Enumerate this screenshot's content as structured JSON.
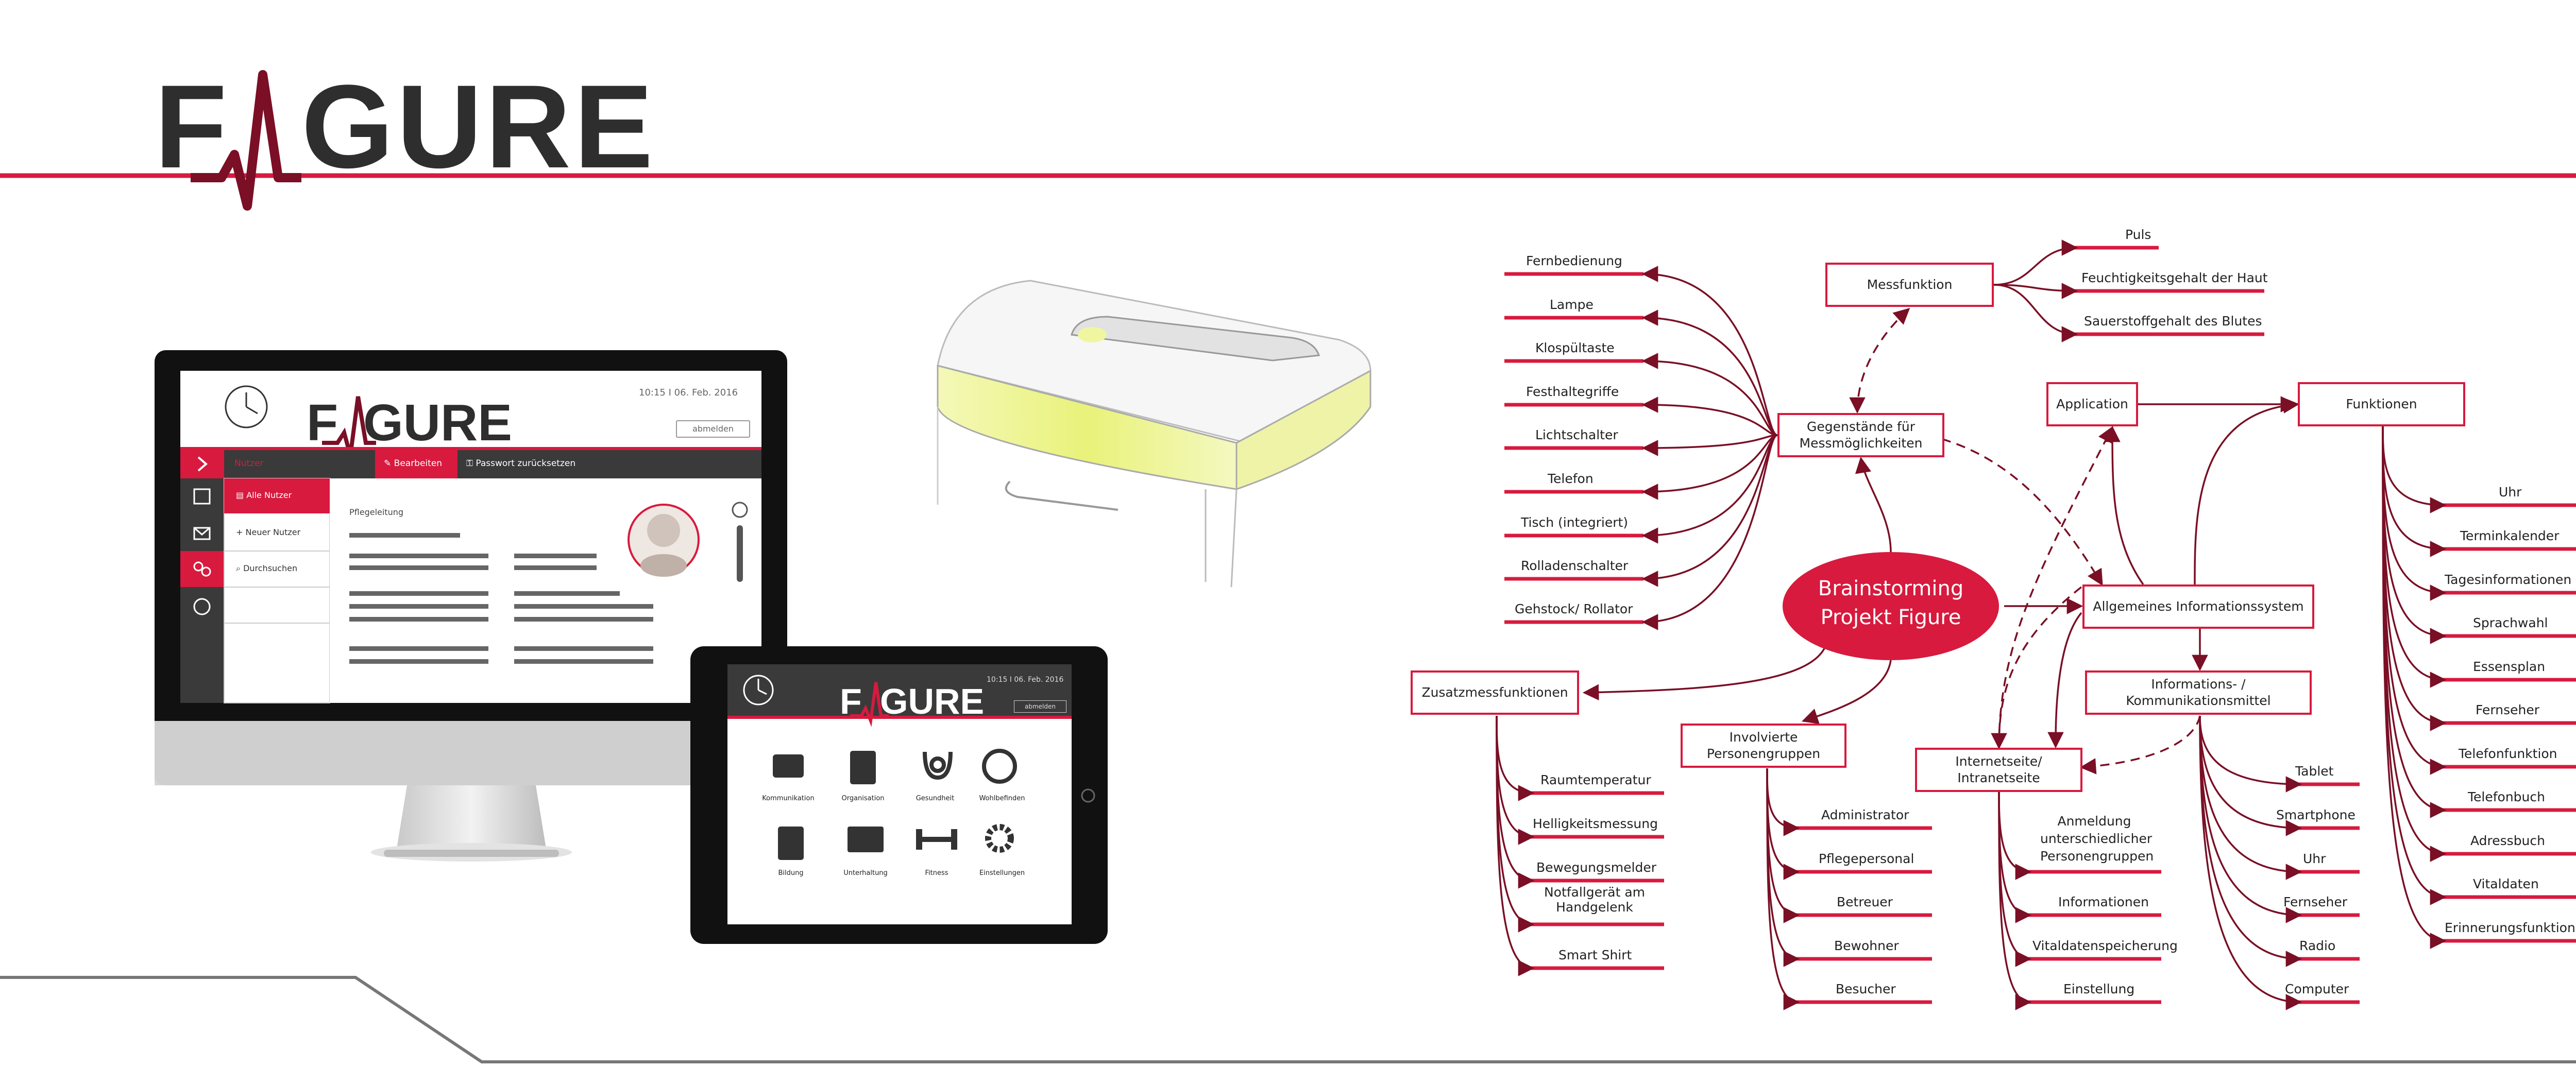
{
  "brand": {
    "logo_text": "FIGURE",
    "accent": "#d71a3e",
    "dark": "#333333"
  },
  "desktop_app": {
    "datetime": "10:15  I  06. Feb. 2016",
    "logout": "abmelden",
    "breadcrumb": "Nutzer",
    "toolbar": {
      "edit": "Bearbeiten",
      "reset_password": "Passwort zurücksetzen"
    },
    "sidebar_items": [
      "Alle Nutzer",
      "Neuer Nutzer",
      "Durchsuchen"
    ],
    "content_title": "Pflegeleitung"
  },
  "tablet_app": {
    "datetime": "10:15  I  06. Feb. 2016",
    "logout": "abmelden",
    "tiles": [
      "Kommunikation",
      "Organisation",
      "Gesundheit",
      "Wohlbefinden",
      "Bildung",
      "Unterhaltung",
      "Fitness",
      "Einstellungen"
    ]
  },
  "mindmap": {
    "center": [
      "Brainstorming",
      "Projekt Figure"
    ],
    "boxes": {
      "messfunktion": "Messfunktion",
      "gegenstaende": [
        "Gegenstände für",
        "Messmöglichkeiten"
      ],
      "application": "Application",
      "funktionen": "Funktionen",
      "allgemeines": "Allgemeines Informationssystem",
      "info_komm": [
        "Informations- /",
        "Kommunikationsmittel"
      ],
      "internetseite": [
        "Internetseite/",
        "Intranetseite"
      ],
      "involvierte": [
        "Involvierte",
        "Personengruppen"
      ],
      "zusatz": "Zusatzmessfunktionen"
    },
    "gegenstaende_items": [
      "Fernbedienung",
      "Lampe",
      "Klospültaste",
      "Festhaltegriffe",
      "Lichtschalter",
      "Telefon",
      "Tisch (integriert)",
      "Rolladenschalter",
      "Gehstock/ Rollator"
    ],
    "mess_items": [
      "Puls",
      "Feuchtigkeitsgehalt der Haut",
      "Sauerstoffgehalt des Blutes"
    ],
    "funktionen_items": [
      "Uhr",
      "Terminkalender",
      "Tagesinformationen",
      "Sprachwahl",
      "Essensplan",
      "Fernseher",
      "Telefonfunktion",
      "Telefonbuch",
      "Adressbuch",
      "Vitaldaten",
      "Erinnerungsfunktion"
    ],
    "zusatz_items": [
      "Raumtemperatur",
      "Helligkeitsmessung",
      "Bewegungsmelder",
      "Notfallgerät am Handgelenk",
      "Smart Shirt"
    ],
    "involvierte_items": [
      "Administrator",
      "Pflegepersonal",
      "Betreuer",
      "Bewohner",
      "Besucher"
    ],
    "internet_items": [
      "Anmeldung unterschiedlicher Personengruppen",
      "Informationen",
      "Vitaldatenspeicherung",
      "Einstellung"
    ],
    "info_items": [
      "Tablet",
      "Smartphone",
      "Uhr",
      "Fernseher",
      "Radio",
      "Computer"
    ]
  }
}
